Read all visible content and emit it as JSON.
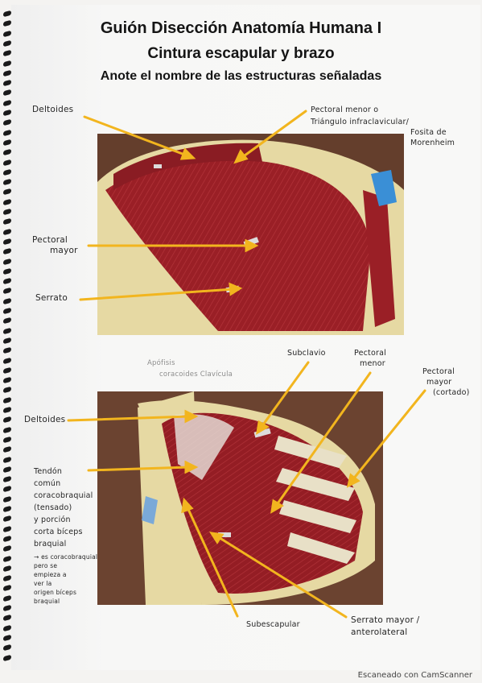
{
  "header": {
    "title": "Guión Disección Anatomía Humana I",
    "subtitle": "Cintura escapular y brazo",
    "instruction": "Anote el nombre de las estructuras señaladas"
  },
  "figure1": {
    "labels": {
      "deltoides": "Deltoides",
      "pectoral_menor_line1": "Pectoral menor o",
      "pectoral_menor_line2": "Triángulo infraclavicular/",
      "pectoral_menor_line3": "Fosita de",
      "pectoral_menor_line4": "Morenheim",
      "pectoral_mayor_line1": "Pectoral",
      "pectoral_mayor_line2": "mayor",
      "serrato": "Serrato"
    }
  },
  "figure2": {
    "labels": {
      "apofisis_line1": "Apófisis",
      "apofisis_line2": "coracoides  Clavícula",
      "subclavio": "Subclavio",
      "pectoral_menor_line1": "Pectoral",
      "pectoral_menor_line2": "menor",
      "pectoral_mayor_line1": "Pectoral",
      "pectoral_mayor_line2": "mayor",
      "pectoral_mayor_line3": "(cortado)",
      "deltoides": "Deltoides",
      "tendon_block": "Tendón\ncomún\ncoracobraquial\n(tensado)\ny porción\ncorta bíceps\nbraquial",
      "note_block": "→ es coracobraquial\npero se\nempieza a\nver la\norigen bíceps\nbraquial",
      "subescapular": "Subescapular",
      "serrato_line1": "Serrato mayor /",
      "serrato_line2": "anterolateral"
    }
  },
  "footer": "Escaneado con CamScanner",
  "colors": {
    "arrow": "#f2b51e",
    "muscle": "#8f1b22",
    "fat": "#e6d9a3",
    "wood": "#6b4330",
    "glove": "#3a8fd6"
  }
}
